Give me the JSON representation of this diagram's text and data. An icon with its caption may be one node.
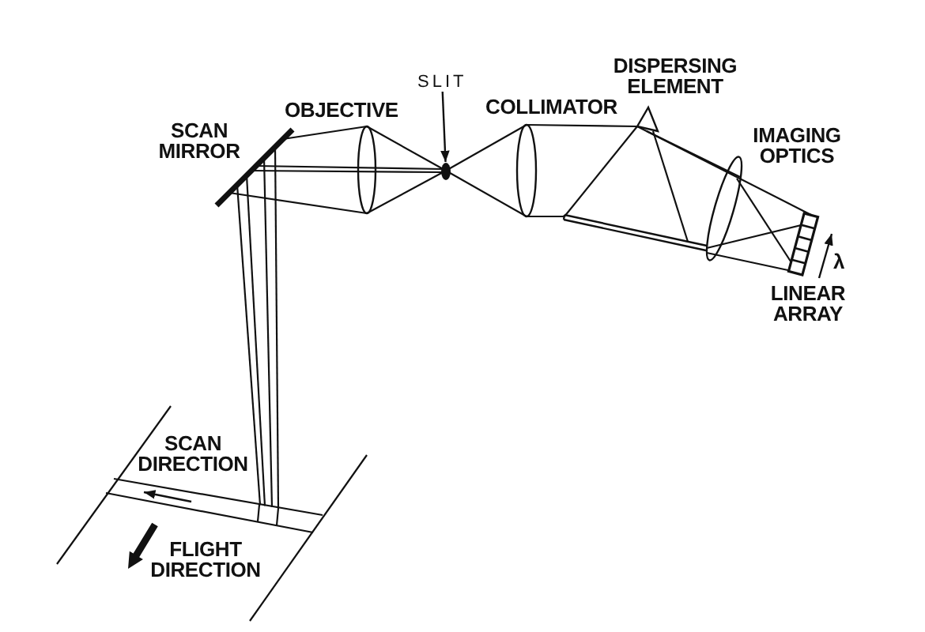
{
  "diagram": {
    "nodes": [
      {
        "text": [
          "SLIT"
        ]
      },
      {
        "text": [],
        "shape": "ellipse"
      }
    ],
    "edges": [
      {
        "from": 0,
        "to": 1,
        "arrow": "to"
      }
    ],
    "labels": [
      "SCAN MIRROR",
      "OBJECTIVE",
      "COLLIMATOR",
      "DISPERSING ELEMENT",
      "IMAGING OPTICS",
      "λ",
      "LINEAR ARRAY",
      "SCAN DIRECTION",
      "FLIGHT DIRECTION"
    ]
  }
}
